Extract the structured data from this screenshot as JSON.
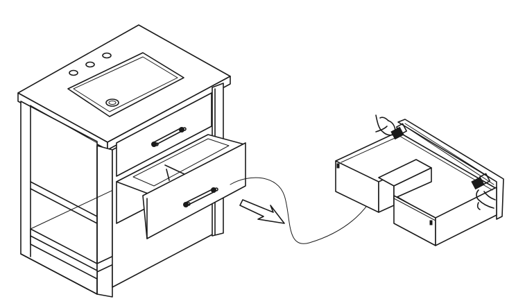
{
  "diagram": {
    "kind": "assembly-illustration",
    "subject": "vanity-cabinet-drawer-removal",
    "colors": {
      "line": "#1a1a1a",
      "background": "#ffffff"
    },
    "icons": [
      "vanity-cabinet",
      "sink-basin",
      "faucet-holes",
      "drawer-pulls",
      "lower-drawer-open",
      "removal-arrow",
      "connector-curve",
      "u-shaped-drawer-detail",
      "drawer-slide-rail",
      "hand-releasing-clip"
    ]
  }
}
